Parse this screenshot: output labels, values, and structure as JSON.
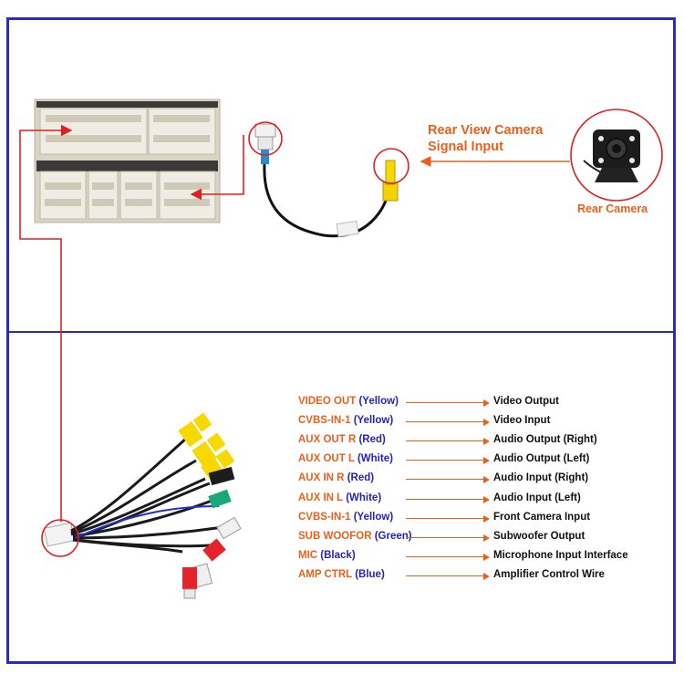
{
  "rear_view_title_line1": "Rear View Camera",
  "rear_view_title_line2": "Signal Input",
  "rear_camera_label": "Rear Camera",
  "rows": [
    {
      "signal": "VIDEO OUT",
      "color": "(Yellow)",
      "function": "Video Output"
    },
    {
      "signal": "CVBS-IN-1",
      "color": "(Yellow)",
      "function": "Video Input"
    },
    {
      "signal": "AUX OUT R",
      "color": "(Red)",
      "function": "Audio Output (Right)"
    },
    {
      "signal": "AUX OUT L",
      "color": "(White)",
      "function": "Audio Output (Left)"
    },
    {
      "signal": "AUX IN R",
      "color": "(Red)",
      "function": "Audio Input (Right)"
    },
    {
      "signal": "AUX IN L",
      "color": "(White)",
      "function": "Audio Input (Left)"
    },
    {
      "signal": "CVBS-IN-1",
      "color": "(Yellow)",
      "function": "Front Camera Input"
    },
    {
      "signal": "SUB WOOFOR",
      "color": "(Green)",
      "function": "Subwoofer Output"
    },
    {
      "signal": "MIC",
      "color": "(Black)",
      "function": "Microphone Input Interface"
    },
    {
      "signal": "AMP CTRL",
      "color": "(Blue)",
      "function": "Amplifier Control Wire"
    }
  ],
  "colors": {
    "frame": "#2a2ac8",
    "accent_orange": "#e8601c",
    "callout_red": "#e02020",
    "yellow": "#f2d400",
    "red": "#e3242b",
    "white": "#f0f0f0",
    "green": "#18a87a"
  }
}
